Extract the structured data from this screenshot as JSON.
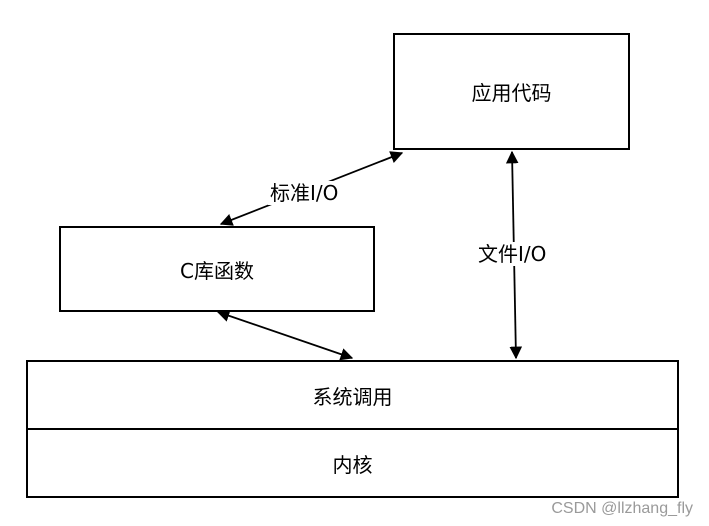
{
  "nodes": {
    "app_code": "应用代码",
    "c_library": "C库函数",
    "syscall": "系统调用",
    "kernel": "内核"
  },
  "edges": {
    "standard_io": "标准I/O",
    "file_io": "文件I/O"
  },
  "watermark": "CSDN @llzhang_fly"
}
